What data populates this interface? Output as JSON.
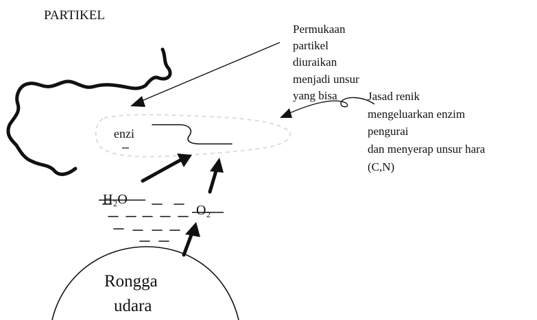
{
  "title": "PARTIKEL",
  "label_permukaan": [
    "Permukaan",
    "partikel",
    "diuraikan",
    "menjadi unsur",
    "yang bisa"
  ],
  "label_jasad": [
    "Jasad renik",
    "mengeluarkan enzim",
    "pengurai",
    "dan menyerap unsur hara",
    "(C,N)"
  ],
  "label_enzim": "enzi",
  "label_h2o": "H₂O",
  "label_o2": "O₂",
  "label_rongga": [
    "Rongga",
    "udara"
  ]
}
